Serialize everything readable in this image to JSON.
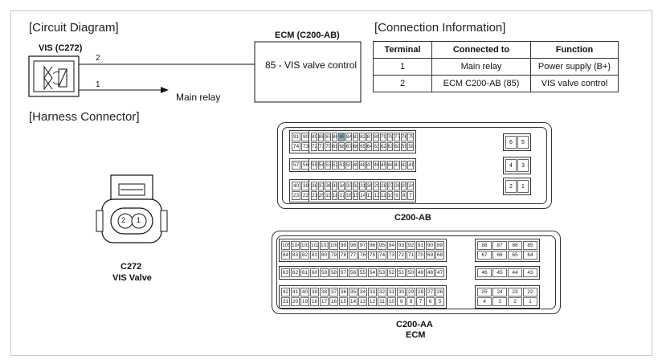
{
  "circuit": {
    "title": "[Circuit Diagram]",
    "vis_label": "VIS (C272)",
    "pin2": "2",
    "pin1": "1",
    "main_relay": "Main relay",
    "ecm_title": "ECM (C200-AB)",
    "ecm_pin_text": "85 - VIS valve control"
  },
  "connection": {
    "title": "[Connection Information]",
    "headers": [
      "Terminal",
      "Connected to",
      "Function"
    ],
    "rows": [
      [
        "1",
        "Main relay",
        "Power supply (B+)"
      ],
      [
        "2",
        "ECM C200-AB (85)",
        "VIS valve control"
      ]
    ]
  },
  "harness": {
    "title": "[Harness Connector]",
    "c272_pin2": "2",
    "c272_pin1": "1",
    "c272_label": "C272",
    "c272_sub": "VIS Valve",
    "ab_label": "C200-AB",
    "aa_label": "C200-AA",
    "aa_sub": "ECM",
    "highlight_pin": "85",
    "highlight_color": "#7fb4c4"
  },
  "c200ab": {
    "g1_r1": [
      "91",
      "90"
    ],
    "g1_r2": [
      "74",
      "73"
    ],
    "g2_r1": [
      "89",
      "88",
      "87",
      "86",
      "85",
      "84",
      "83",
      "82",
      "81",
      "80",
      "79",
      "78",
      "77",
      "76",
      "75"
    ],
    "g2_r2": [
      "72",
      "71",
      "70",
      "69",
      "68",
      "67",
      "66",
      "65",
      "64",
      "63",
      "62",
      "61",
      "60",
      "59",
      "58"
    ],
    "g3": [
      "57",
      "56"
    ],
    "g4": [
      "55",
      "54",
      "53",
      "52",
      "51",
      "50",
      "49",
      "48",
      "47",
      "46",
      "45",
      "44",
      "43",
      "42",
      "41"
    ],
    "g5_r1": [
      "40",
      "39"
    ],
    "g5_r2": [
      "23",
      "22"
    ],
    "g6_r1": [
      "38",
      "37",
      "36",
      "35",
      "34",
      "33",
      "32",
      "31",
      "30",
      "29",
      "28",
      "27",
      "26",
      "25",
      "24"
    ],
    "g6_r2": [
      "21",
      "20",
      "19",
      "18",
      "17",
      "16",
      "15",
      "14",
      "13",
      "12",
      "11",
      "10",
      "9",
      "8",
      "7"
    ],
    "big1": [
      "6",
      "5"
    ],
    "big2": [
      "4",
      "3"
    ],
    "big3": [
      "2",
      "1"
    ]
  },
  "c200aa": {
    "r1": [
      "105",
      "104",
      "103",
      "102",
      "101",
      "100",
      "99",
      "98",
      "97",
      "96",
      "95",
      "94",
      "93",
      "92",
      "91",
      "90",
      "89"
    ],
    "r2": [
      "84",
      "83",
      "82",
      "81",
      "80",
      "79",
      "78",
      "77",
      "76",
      "75",
      "74",
      "73",
      "72",
      "71",
      "70",
      "69",
      "68"
    ],
    "r3": [
      "63",
      "62",
      "61",
      "60",
      "59",
      "58",
      "57",
      "56",
      "55",
      "54",
      "53",
      "52",
      "51",
      "50",
      "49",
      "48",
      "47"
    ],
    "r4": [
      "42",
      "41",
      "40",
      "39",
      "38",
      "37",
      "36",
      "35",
      "34",
      "33",
      "32",
      "31",
      "30",
      "29",
      "28",
      "27",
      "26"
    ],
    "r5": [
      "21",
      "20",
      "19",
      "18",
      "17",
      "16",
      "15",
      "14",
      "13",
      "12",
      "11",
      "10",
      "9",
      "8",
      "7",
      "6",
      "5"
    ],
    "side_top": [
      "88",
      "87",
      "86",
      "85"
    ],
    "side_top2": [
      "67",
      "66",
      "65",
      "64"
    ],
    "side_mid": [
      "46",
      "45",
      "44",
      "43"
    ],
    "side_bot": [
      "25",
      "24",
      "23",
      "22"
    ],
    "side_bot2": [
      "4",
      "3",
      "2",
      "1"
    ]
  }
}
